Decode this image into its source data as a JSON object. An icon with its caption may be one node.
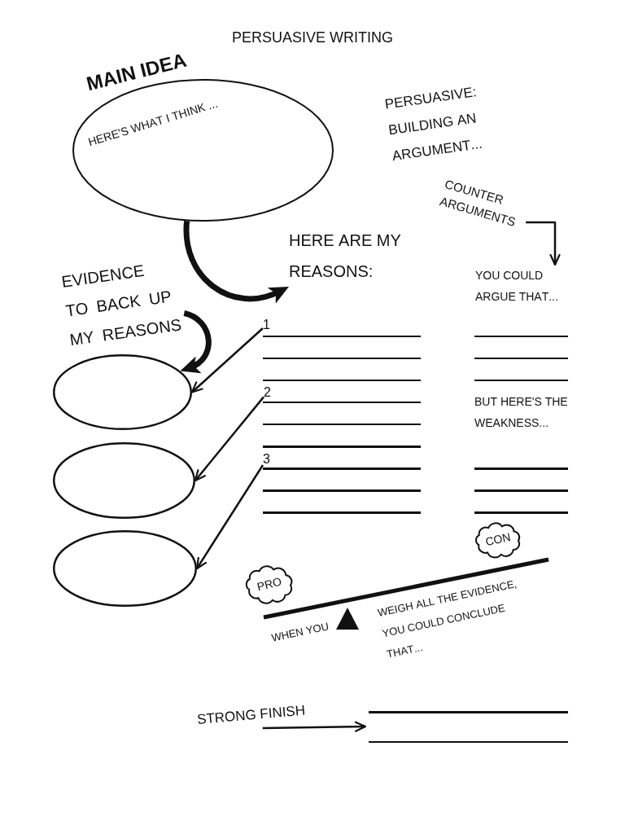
{
  "diagram": {
    "title": "PERSUASIVE WRITING",
    "nodes": [
      {
        "text": [
          "MAIN IDEA",
          "HERE'S WHAT I THINK ..."
        ]
      },
      {
        "text": [
          "HERE ARE MY REASONS:"
        ]
      },
      {
        "text": [
          "COUNTER ARGUMENTS"
        ]
      },
      {
        "text": [
          "YOU COULD ARGUE THAT..."
        ]
      },
      {
        "text": [
          "EVIDENCE TO BACK UP MY REASONS"
        ]
      },
      {
        "text": [
          "1"
        ]
      },
      {
        "text": [],
        "shape": "ellipse"
      },
      {
        "text": [
          "2"
        ]
      },
      {
        "text": [],
        "shape": "ellipse"
      },
      {
        "text": [
          "3"
        ]
      },
      {
        "text": [],
        "shape": "ellipse"
      },
      {
        "text": [
          "CON"
        ]
      },
      {
        "text": [
          "PRO"
        ]
      },
      {
        "text": [
          "STRONG FINISH"
        ]
      }
    ],
    "edges": [
      {
        "from": 0,
        "to": 1,
        "arrow": "to",
        "style": "thick"
      },
      {
        "from": 2,
        "to": 3,
        "arrow": "to"
      },
      {
        "from": 4,
        "to": 6,
        "arrow": "to",
        "style": "thick"
      },
      {
        "from": 5,
        "to": 6,
        "arrow": "to"
      },
      {
        "from": 7,
        "to": 8,
        "arrow": "to"
      },
      {
        "from": 9,
        "to": 10,
        "arrow": "to"
      },
      {
        "from": 13,
        "to": null,
        "arrow": "to"
      }
    ],
    "labels": [
      "PERSUASIVE: BUILDING AN ARGUMENT...",
      "BUT HERE'S THE WEAKNESS...",
      "WHEN YOU",
      "WEIGH ALL THE EVIDENCE, YOU COULD CONCLUDE THAT..."
    ]
  }
}
